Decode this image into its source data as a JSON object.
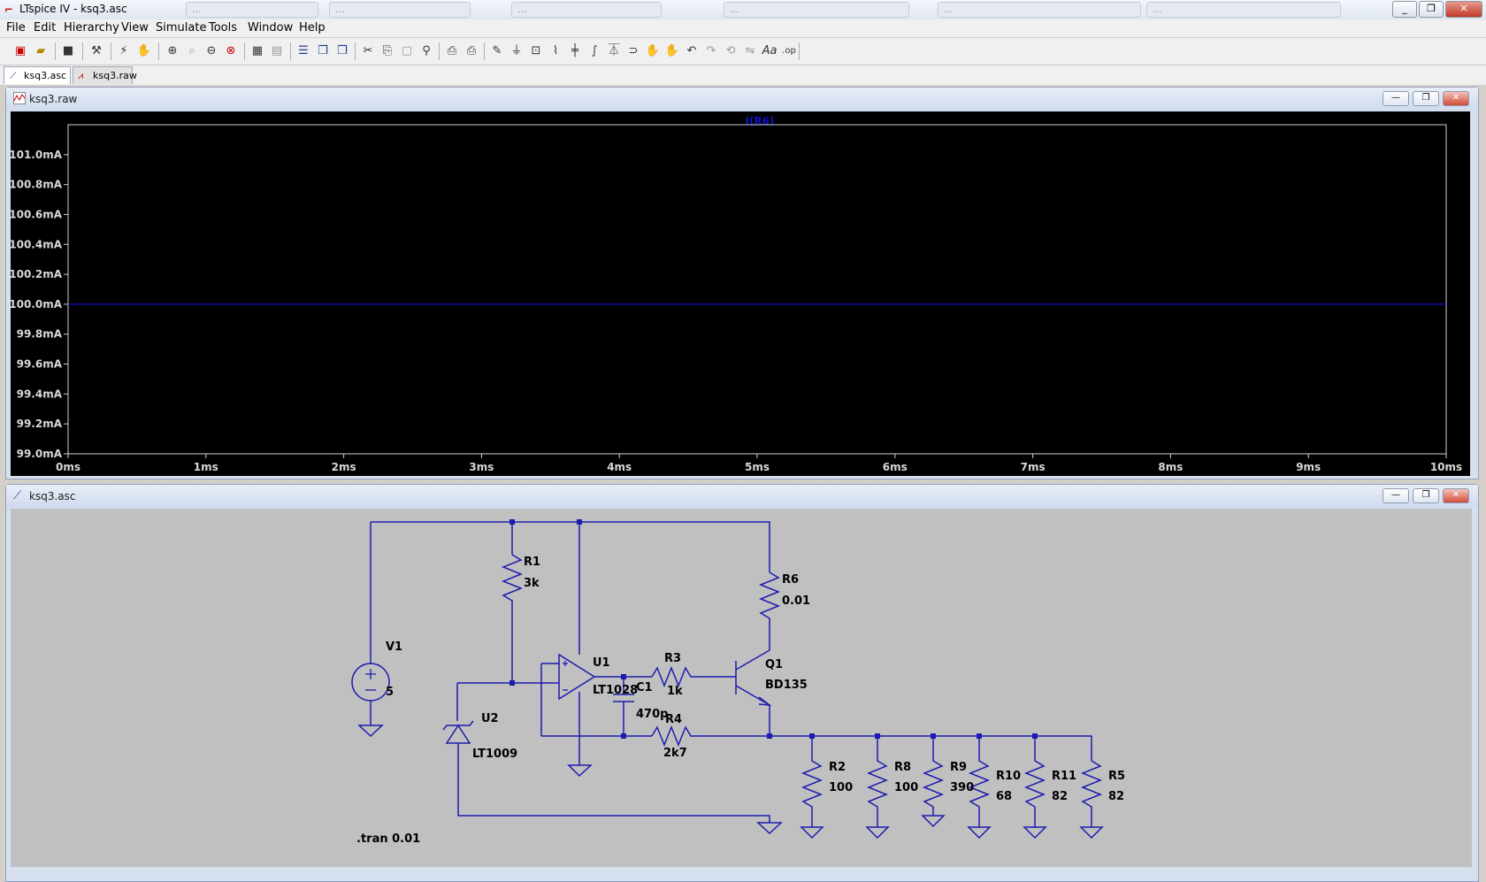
{
  "app": {
    "title": "LTspice IV - ksq3.asc"
  },
  "background_tabs": [
    "...",
    "...",
    "...",
    "...",
    "...",
    "..."
  ],
  "menu": [
    "File",
    "Edit",
    "Hierarchy",
    "View",
    "Simulate",
    "Tools",
    "Window",
    "Help"
  ],
  "doc_tabs": [
    "ksq3.asc",
    "ksq3.raw"
  ],
  "plot_window": {
    "title": "ksq3.raw",
    "trace_label": "I(R6)",
    "trace_color": "#1010c8"
  },
  "schematic_window": {
    "title": "ksq3.asc"
  },
  "chart_data": {
    "type": "line",
    "title": "I(R6)",
    "xlabel": "",
    "ylabel": "",
    "x_ticks": [
      "0ms",
      "1ms",
      "2ms",
      "3ms",
      "4ms",
      "5ms",
      "6ms",
      "7ms",
      "8ms",
      "9ms",
      "10ms"
    ],
    "y_ticks": [
      "101.0mA",
      "100.8mA",
      "100.6mA",
      "100.4mA",
      "100.2mA",
      "100.0mA",
      "99.8mA",
      "99.6mA",
      "99.4mA",
      "99.2mA",
      "99.0mA"
    ],
    "xlim": [
      0,
      10
    ],
    "ylim": [
      99.0,
      101.2
    ],
    "series": [
      {
        "name": "I(R6)",
        "x": [
          0,
          10
        ],
        "y": [
          100.0,
          100.0
        ]
      }
    ]
  },
  "schematic": {
    "components": {
      "R1": {
        "name": "R1",
        "value": "3k"
      },
      "R6": {
        "name": "R6",
        "value": "0.01"
      },
      "V1": {
        "name": "V1",
        "value": "5"
      },
      "U1": {
        "name": "U1",
        "value": "LT1028"
      },
      "C1": {
        "name": "C1",
        "value": "470p"
      },
      "R3": {
        "name": "R3",
        "value": "1k"
      },
      "Q1": {
        "name": "Q1",
        "value": "BD135"
      },
      "U2": {
        "name": "U2",
        "value": "LT1009"
      },
      "R4": {
        "name": "R4",
        "value": "2k7"
      },
      "R2": {
        "name": "R2",
        "value": "100"
      },
      "R8": {
        "name": "R8",
        "value": "100"
      },
      "R9": {
        "name": "R9",
        "value": "390"
      },
      "R10": {
        "name": "R10",
        "value": "68"
      },
      "R11": {
        "name": "R11",
        "value": "82"
      },
      "R5": {
        "name": "R5",
        "value": "82"
      }
    },
    "directive": ".tran 0.01"
  }
}
